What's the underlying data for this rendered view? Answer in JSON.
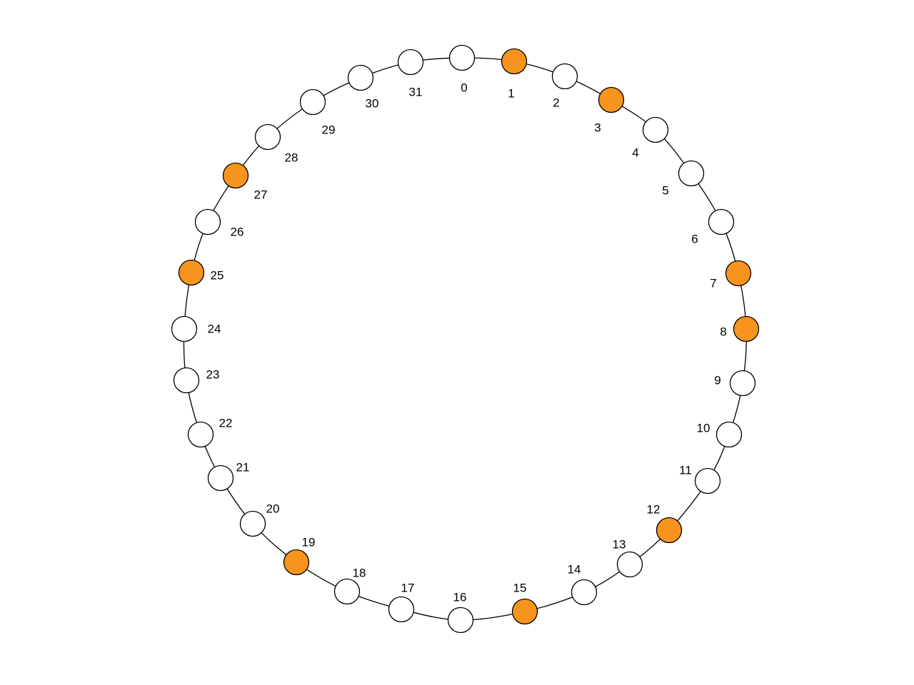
{
  "colors": {
    "highlight": "#f7941d",
    "default": "#ffffff",
    "stroke": "#000000"
  },
  "nodes": [
    {
      "label": "0",
      "highlighted": false
    },
    {
      "label": "1",
      "highlighted": true
    },
    {
      "label": "2",
      "highlighted": false
    },
    {
      "label": "3",
      "highlighted": true
    },
    {
      "label": "4",
      "highlighted": false
    },
    {
      "label": "5",
      "highlighted": false
    },
    {
      "label": "6",
      "highlighted": false
    },
    {
      "label": "7",
      "highlighted": true
    },
    {
      "label": "8",
      "highlighted": true
    },
    {
      "label": "9",
      "highlighted": false
    },
    {
      "label": "10",
      "highlighted": false
    },
    {
      "label": "11",
      "highlighted": false
    },
    {
      "label": "12",
      "highlighted": true
    },
    {
      "label": "13",
      "highlighted": false
    },
    {
      "label": "14",
      "highlighted": false
    },
    {
      "label": "15",
      "highlighted": true
    },
    {
      "label": "16",
      "highlighted": false
    },
    {
      "label": "17",
      "highlighted": false
    },
    {
      "label": "18",
      "highlighted": false
    },
    {
      "label": "19",
      "highlighted": true
    },
    {
      "label": "20",
      "highlighted": false
    },
    {
      "label": "21",
      "highlighted": false
    },
    {
      "label": "22",
      "highlighted": false
    },
    {
      "label": "23",
      "highlighted": false
    },
    {
      "label": "24",
      "highlighted": false
    },
    {
      "label": "25",
      "highlighted": true
    },
    {
      "label": "26",
      "highlighted": false
    },
    {
      "label": "27",
      "highlighted": true
    },
    {
      "label": "28",
      "highlighted": false
    },
    {
      "label": "29",
      "highlighted": false
    },
    {
      "label": "30",
      "highlighted": false
    },
    {
      "label": "31",
      "highlighted": false
    }
  ]
}
